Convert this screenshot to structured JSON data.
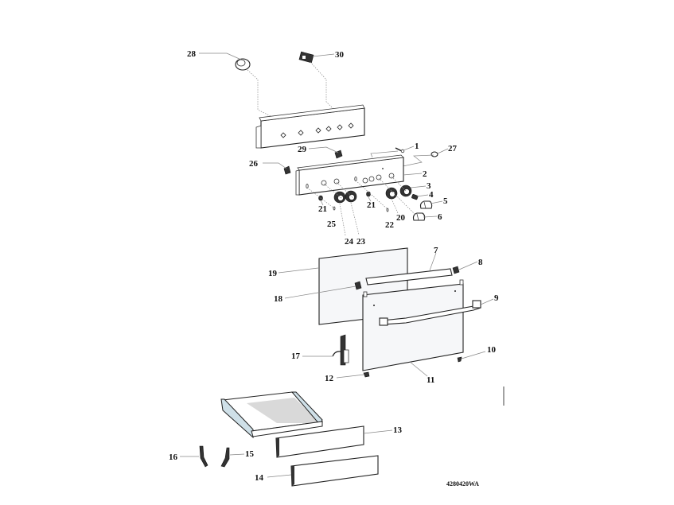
{
  "diagram": {
    "title": "Cooker exploded parts diagram",
    "drawing_code": "4280420WA",
    "callouts": [
      {
        "id": "1",
        "label": "1"
      },
      {
        "id": "2",
        "label": "2"
      },
      {
        "id": "3",
        "label": "3"
      },
      {
        "id": "4",
        "label": "4"
      },
      {
        "id": "5",
        "label": "5"
      },
      {
        "id": "6",
        "label": "6"
      },
      {
        "id": "7",
        "label": "7"
      },
      {
        "id": "8",
        "label": "8"
      },
      {
        "id": "9",
        "label": "9"
      },
      {
        "id": "10",
        "label": "10"
      },
      {
        "id": "11",
        "label": "11"
      },
      {
        "id": "12",
        "label": "12"
      },
      {
        "id": "13",
        "label": "13"
      },
      {
        "id": "14",
        "label": "14"
      },
      {
        "id": "15",
        "label": "15"
      },
      {
        "id": "16",
        "label": "16"
      },
      {
        "id": "17",
        "label": "17"
      },
      {
        "id": "18",
        "label": "18"
      },
      {
        "id": "19",
        "label": "19"
      },
      {
        "id": "20",
        "label": "20"
      },
      {
        "id": "21a",
        "label": "21"
      },
      {
        "id": "21b",
        "label": "21"
      },
      {
        "id": "22",
        "label": "22"
      },
      {
        "id": "23",
        "label": "23"
      },
      {
        "id": "24",
        "label": "24"
      },
      {
        "id": "25",
        "label": "25"
      },
      {
        "id": "26",
        "label": "26"
      },
      {
        "id": "27",
        "label": "27"
      },
      {
        "id": "28",
        "label": "28"
      },
      {
        "id": "29",
        "label": "29"
      },
      {
        "id": "30",
        "label": "30"
      }
    ],
    "colors": {
      "line": "#222222",
      "leader": "#888888",
      "drawer_tint": "#cfe0e8",
      "drawer_shadow": "#d9d9d9"
    }
  }
}
